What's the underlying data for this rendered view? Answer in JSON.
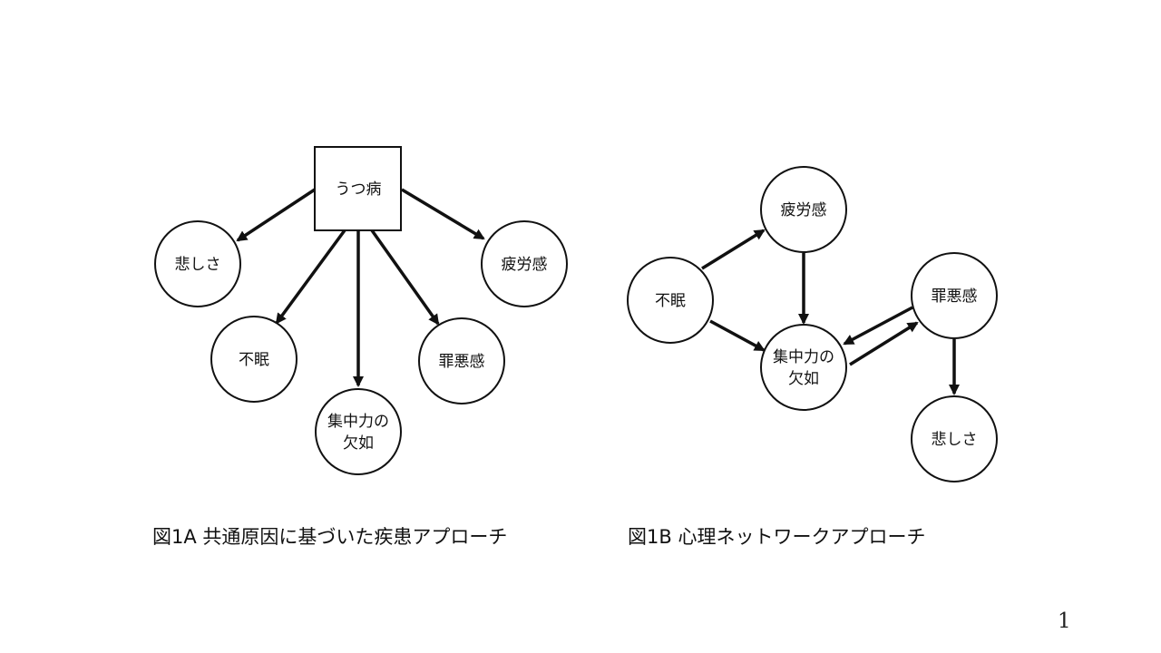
{
  "diagram_a": {
    "nodes": {
      "depression": "うつ病",
      "sadness": "悲しさ",
      "insomnia": "不眠",
      "concentration_line1": "集中力の",
      "concentration_line2": "欠如",
      "guilt": "罪悪感",
      "fatigue": "疲労感"
    },
    "caption": "図1A 共通原因に基づいた疾患アプローチ"
  },
  "diagram_b": {
    "nodes": {
      "insomnia": "不眠",
      "fatigue": "疲労感",
      "concentration_line1": "集中力の",
      "concentration_line2": "欠如",
      "guilt": "罪悪感",
      "sadness": "悲しさ"
    },
    "caption": "図1B 心理ネットワークアプローチ"
  },
  "page_number": "1",
  "colors": {
    "stroke": "#111111",
    "background": "#ffffff"
  }
}
